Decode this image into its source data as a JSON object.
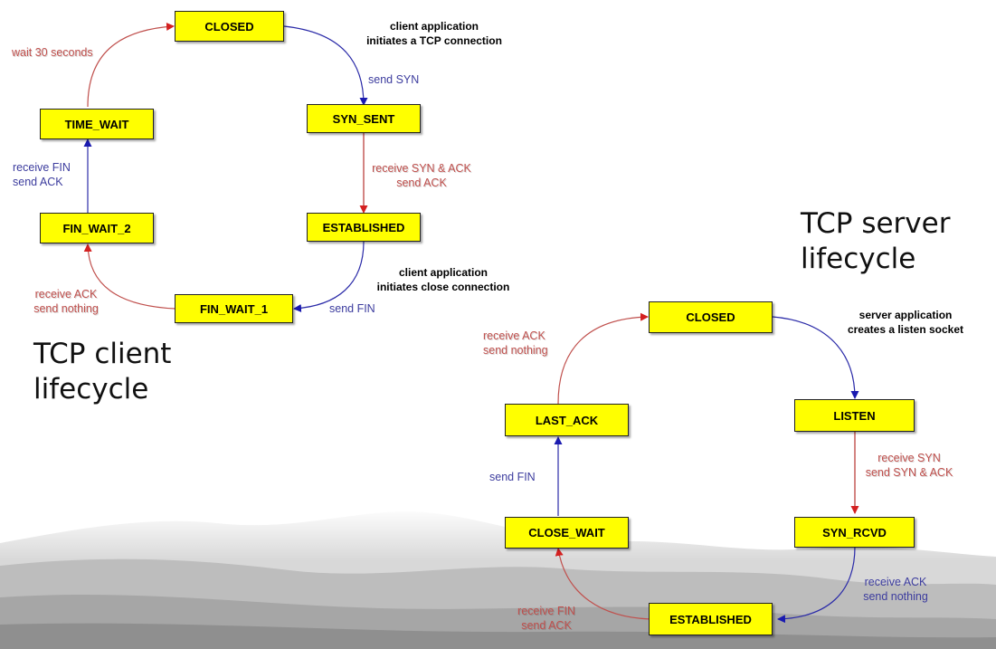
{
  "colors": {
    "state_fill": "#ffff00",
    "red_arrow": "#c0504d",
    "blue_arrow": "#2a2aa8",
    "red_text": "#c0504d",
    "blue_text": "#3c3c9e"
  },
  "client": {
    "title_line1": "TCP client",
    "title_line2": "lifecycle",
    "states": {
      "closed": "CLOSED",
      "syn_sent": "SYN_SENT",
      "established": "ESTABLISHED",
      "fin_wait_1": "FIN_WAIT_1",
      "fin_wait_2": "FIN_WAIT_2",
      "time_wait": "TIME_WAIT"
    },
    "notes": {
      "initiate_line1": "client application",
      "initiate_line2": "initiates a TCP connection",
      "close_line1": "client application",
      "close_line2": "initiates close connection"
    },
    "transitions": {
      "send_syn": "send SYN",
      "recv_synack_line1": "receive SYN & ACK",
      "recv_synack_line2": "send ACK",
      "send_fin": "send FIN",
      "recv_ack_line1": "receive  ACK",
      "recv_ack_line2": "send nothing",
      "recv_fin_line1": "receive FIN",
      "recv_fin_line2": "send ACK",
      "wait": "wait 30 seconds"
    }
  },
  "server": {
    "title_line1": "TCP server",
    "title_line2": "lifecycle",
    "states": {
      "closed": "CLOSED",
      "listen": "LISTEN",
      "syn_rcvd": "SYN_RCVD",
      "established": "ESTABLISHED",
      "close_wait": "CLOSE_WAIT",
      "last_ack": "LAST_ACK"
    },
    "notes": {
      "listen_line1": "server application",
      "listen_line2": "creates a listen socket"
    },
    "transitions": {
      "recv_syn_line1": "receive SYN",
      "recv_syn_line2": "send SYN & ACK",
      "recv_ack_line1": "receive  ACK",
      "recv_ack_line2": "send nothing",
      "recv_fin_line1": "receive FIN",
      "recv_fin_line2": "send ACK",
      "send_fin": "send FIN",
      "last_recv_ack_line1": "receive  ACK",
      "last_recv_ack_line2": "send nothing"
    }
  }
}
